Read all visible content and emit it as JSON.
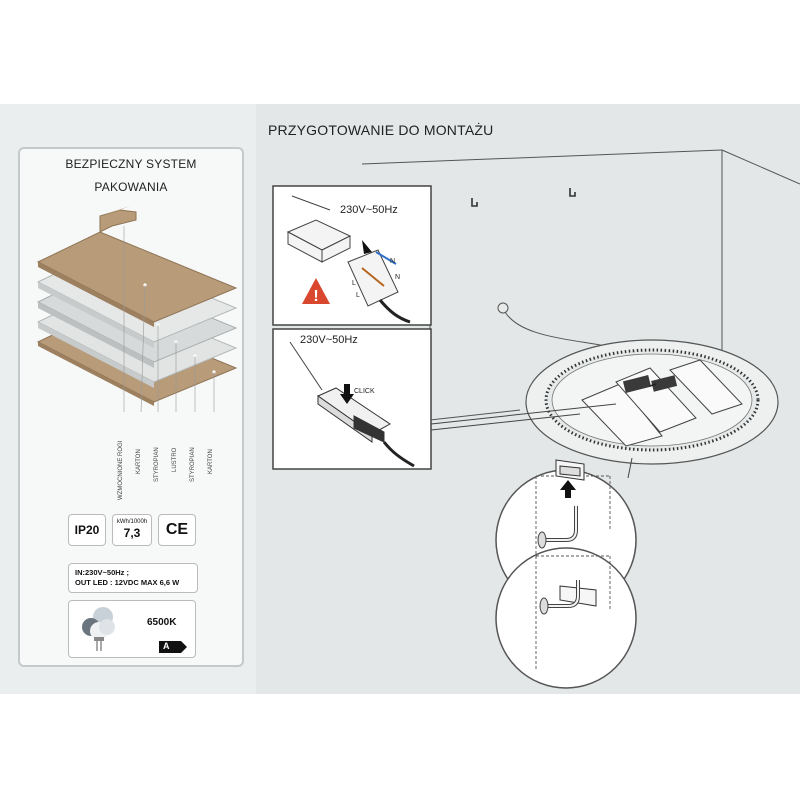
{
  "packaging": {
    "title_line1": "BEZPIECZNY SYSTEM",
    "title_line2": "PAKOWANIA",
    "layers": [
      "WZMOCNIONE ROGI",
      "KARTON",
      "STYROPIAN",
      "LUSTRO",
      "STYROPIAN",
      "KARTON"
    ]
  },
  "specs": {
    "ip_rating": "IP20",
    "energy_unit": "kWh/1000h",
    "energy_value": "7,3",
    "ce_mark": "CE",
    "input_line": "IN:230V~50Hz ;",
    "output_line": "OUT LED : 12VDC  MAX 6,6 W",
    "color_temp": "6500K",
    "energy_class": "A"
  },
  "mounting": {
    "title": "PRZYGOTOWANIE DO MONTAŻU",
    "inset1_voltage": "230V~50Hz",
    "inset2_voltage": "230V~50Hz",
    "click_label": "CLICK",
    "terminal_n1": "N",
    "terminal_n2": "N",
    "terminal_l1": "L",
    "terminal_l2": "L"
  },
  "colors": {
    "cardboard": "#b89b78",
    "foam": "#e2e4e4",
    "warning": "#d9472f",
    "wire_blue": "#2f6fc9",
    "wire_brown": "#b5651d"
  }
}
